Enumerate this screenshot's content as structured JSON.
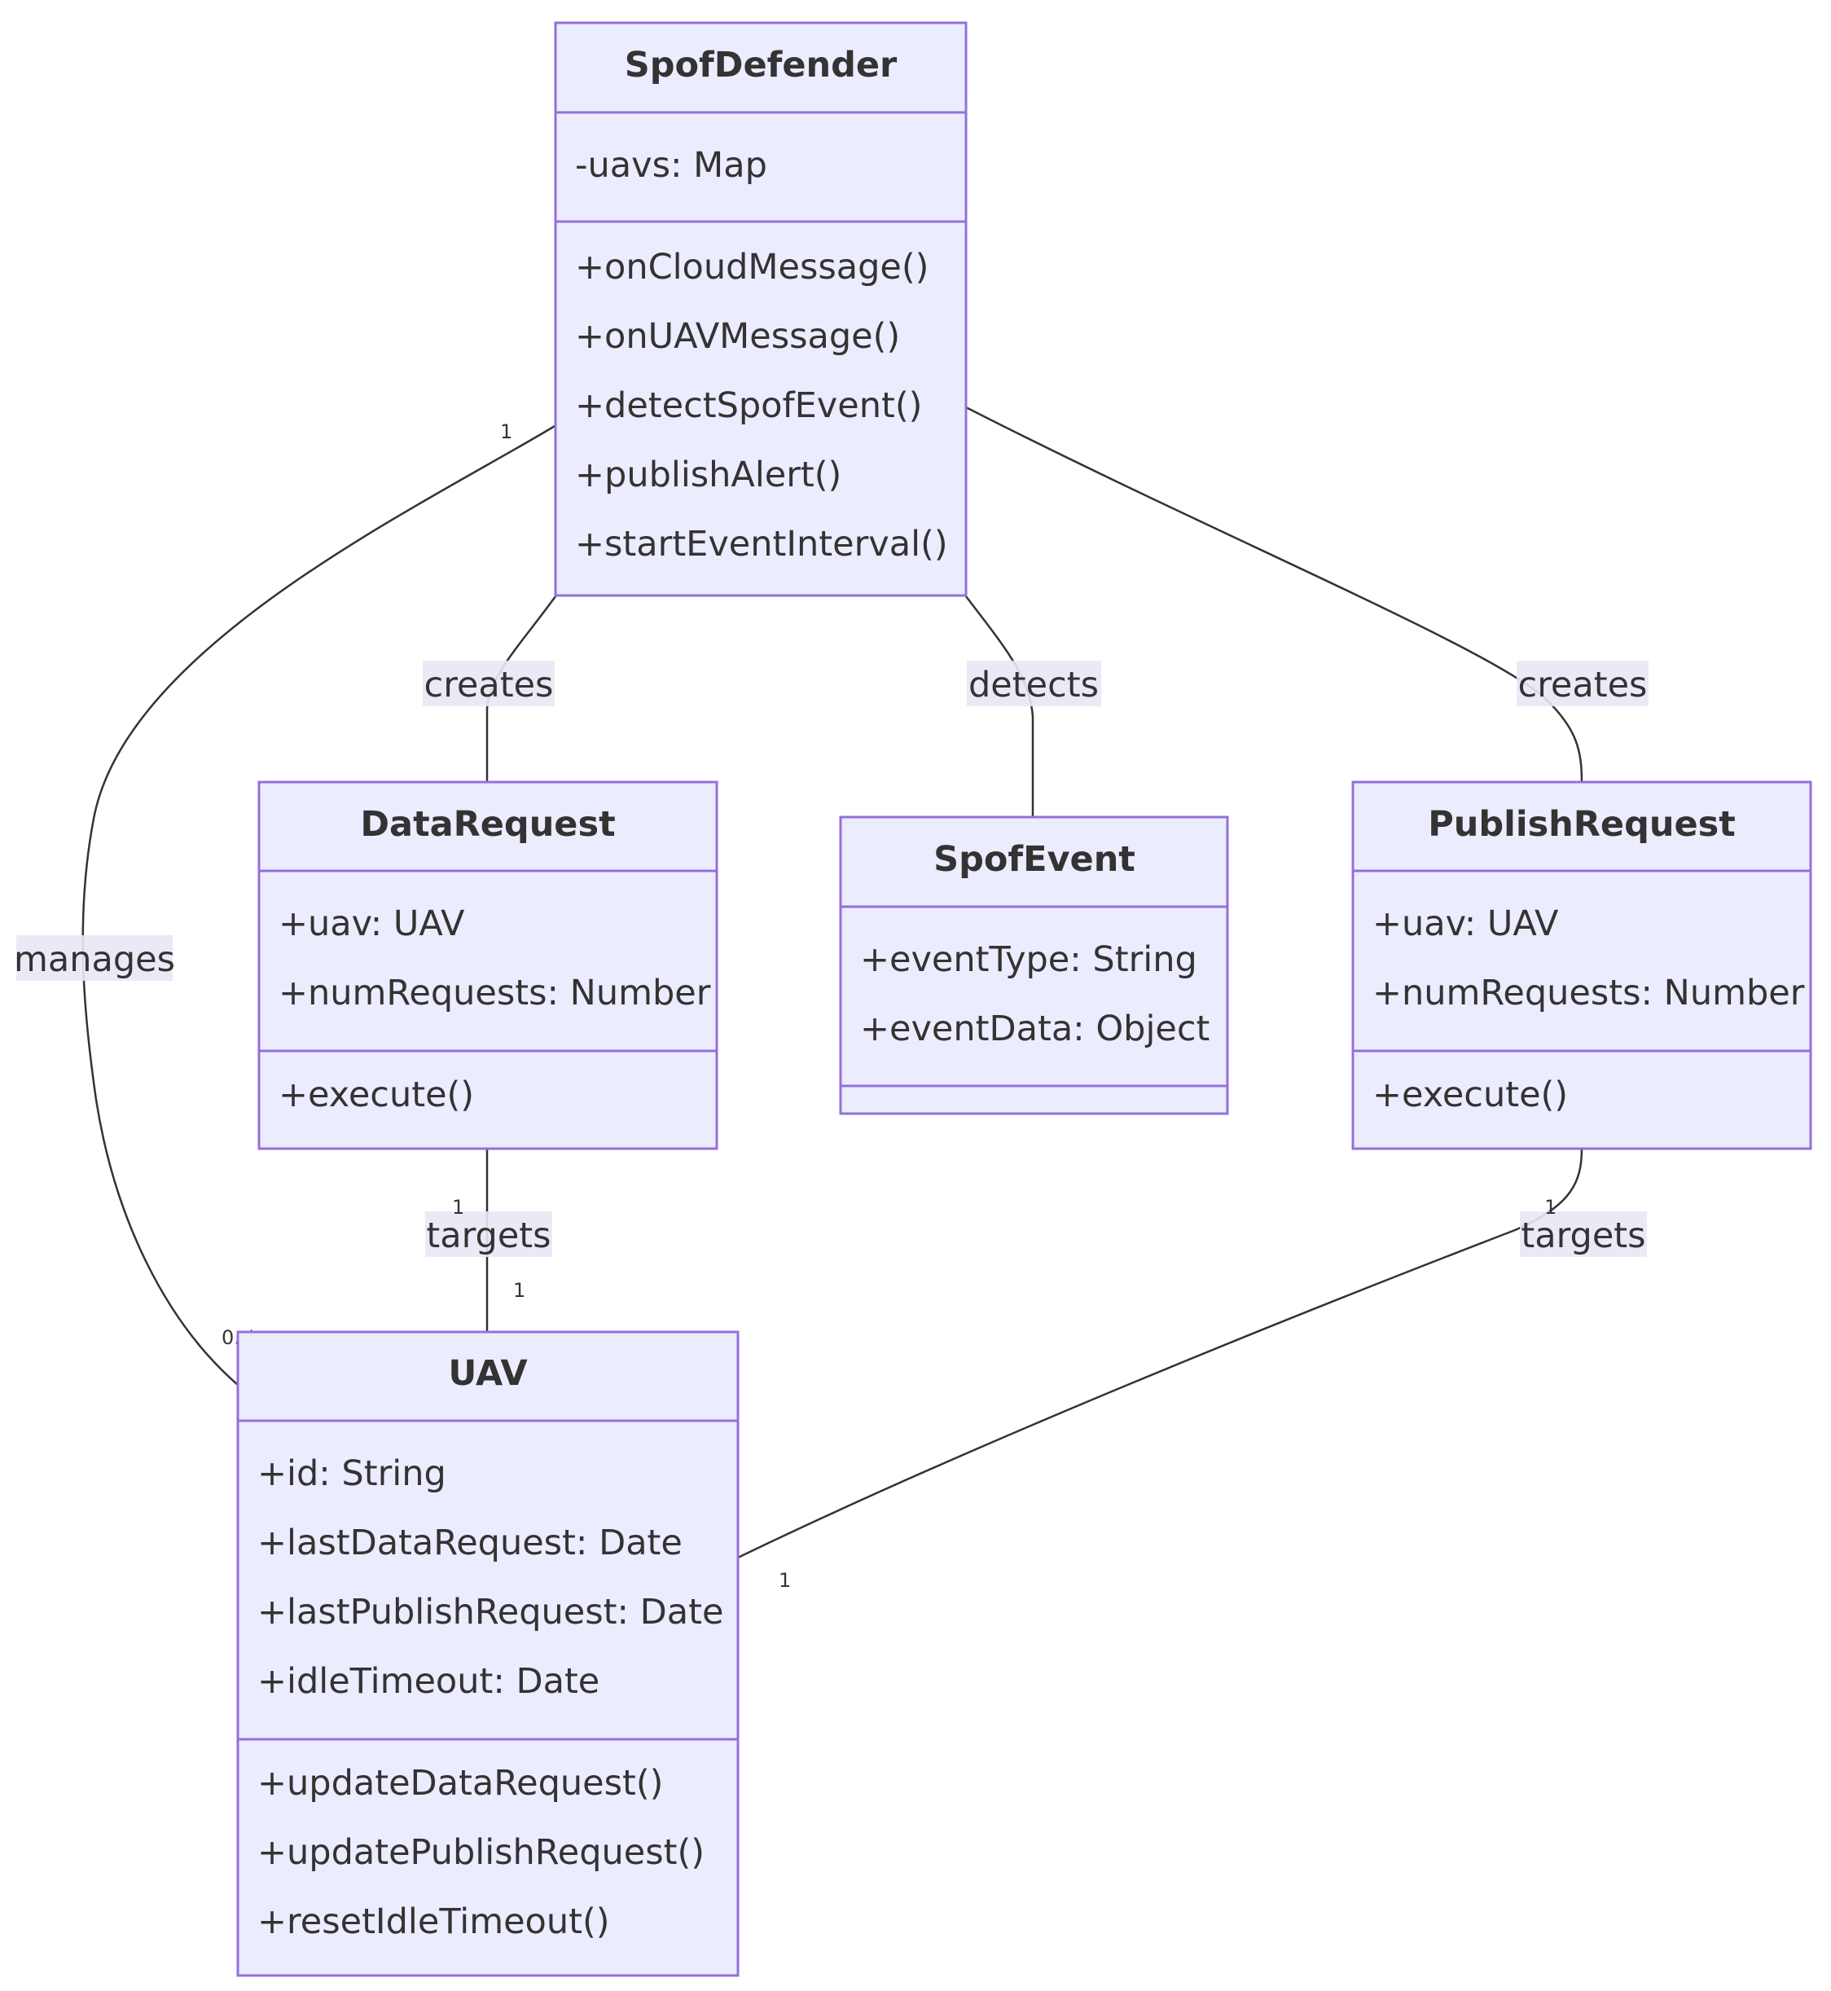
{
  "classes": {
    "spof_defender": {
      "name": "SpofDefender",
      "attributes": [
        "-uavs: Map"
      ],
      "methods": [
        "+onCloudMessage()",
        "+onUAVMessage()",
        "+detectSpofEvent()",
        "+publishAlert()",
        "+startEventInterval()"
      ]
    },
    "data_request": {
      "name": "DataRequest",
      "attributes": [
        "+uav: UAV",
        "+numRequests: Number"
      ],
      "methods": [
        "+execute()"
      ]
    },
    "spof_event": {
      "name": "SpofEvent",
      "attributes": [
        "+eventType: String",
        "+eventData: Object"
      ],
      "methods": []
    },
    "publish_request": {
      "name": "PublishRequest",
      "attributes": [
        "+uav: UAV",
        "+numRequests: Number"
      ],
      "methods": [
        "+execute()"
      ]
    },
    "uav": {
      "name": "UAV",
      "attributes": [
        "+id: String",
        "+lastDataRequest: Date",
        "+lastPublishRequest: Date",
        "+idleTimeout: Date"
      ],
      "methods": [
        "+updateDataRequest()",
        "+updatePublishRequest()",
        "+resetIdleTimeout()"
      ]
    }
  },
  "relations": {
    "creates_data": {
      "label": "creates"
    },
    "detects": {
      "label": "detects"
    },
    "creates_publish": {
      "label": "creates"
    },
    "manages": {
      "label": "manages",
      "from_mult": "1",
      "to_mult": "0..*"
    },
    "targets_data": {
      "label": "targets",
      "from_mult": "1",
      "to_mult": "1"
    },
    "targets_publish": {
      "label": "targets",
      "from_mult": "1",
      "to_mult": "1"
    }
  }
}
